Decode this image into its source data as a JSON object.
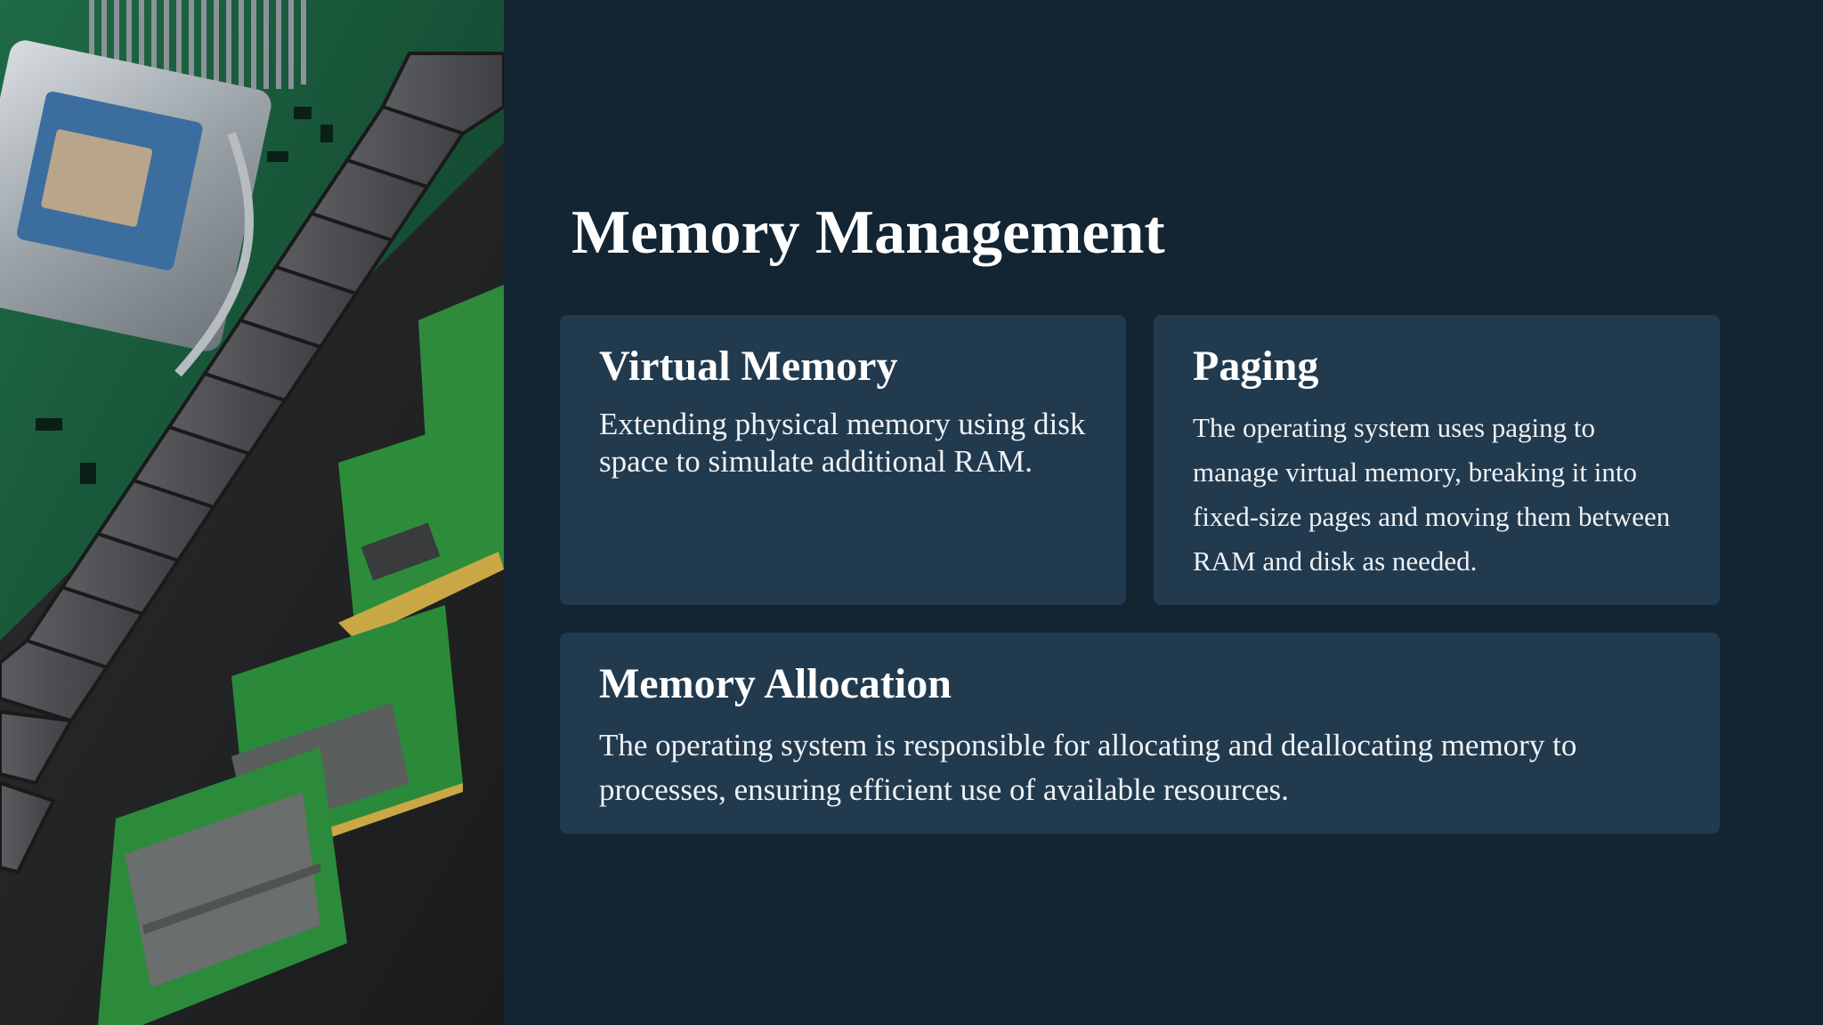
{
  "slide": {
    "title": "Memory Management"
  },
  "cards": {
    "virtual_memory": {
      "heading": "Virtual Memory",
      "body": " Extending physical memory using disk space to simulate additional RAM."
    },
    "paging": {
      "heading": "Paging",
      "body": "The operating system uses paging to manage virtual memory, breaking it into fixed-size pages and moving them between RAM and disk as needed."
    },
    "memory_allocation": {
      "heading": "Memory Allocation",
      "body": "The operating system is responsible for allocating and deallocating memory to processes, ensuring efficient use of available resources."
    }
  },
  "colors": {
    "background": "#132433",
    "card": "#223a4e",
    "text": "#ffffff"
  }
}
